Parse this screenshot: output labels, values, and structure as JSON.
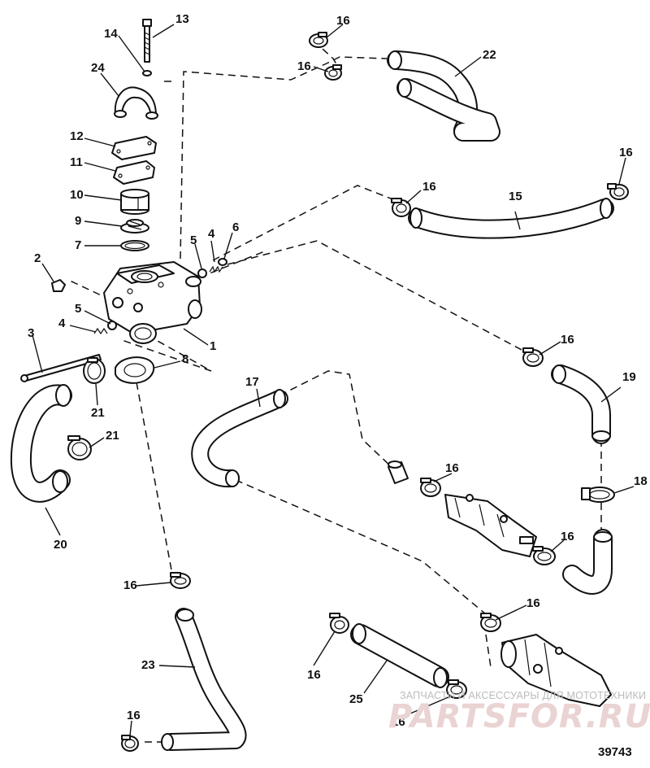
{
  "diagram": {
    "figure_number": "39743",
    "watermark": {
      "text_small": "ЗАПЧАСТИ И АКСЕССУАРЫ ДЛЯ МОТОТЕХНИКИ",
      "text_big": "PARTSFOR.RU"
    },
    "callouts": {
      "c1": "1",
      "c2": "2",
      "c3": "3",
      "c4a": "4",
      "c4b": "4",
      "c5a": "5",
      "c5b": "5",
      "c6": "6",
      "c7": "7",
      "c8": "8",
      "c9": "9",
      "c10": "10",
      "c11": "11",
      "c12": "12",
      "c13": "13",
      "c14": "14",
      "c15": "15",
      "c16a": "16",
      "c16b": "16",
      "c16c": "16",
      "c16d": "16",
      "c16e": "16",
      "c16f": "16",
      "c16g": "16",
      "c16h": "16",
      "c16i": "16",
      "c16j": "16",
      "c16k": "16",
      "c16l": "16",
      "c17": "17",
      "c18": "18",
      "c19": "19",
      "c20": "20",
      "c21a": "21",
      "c21b": "21",
      "c22": "22",
      "c23": "23",
      "c24": "24",
      "c25": "25"
    }
  }
}
